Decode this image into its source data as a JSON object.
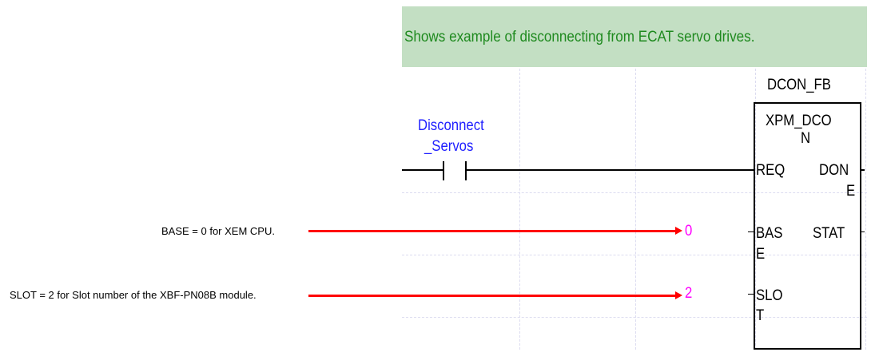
{
  "comment": "Shows example of disconnecting from ECAT servo drives.",
  "contact": {
    "line1": "Disconnect",
    "line2": "_Servos"
  },
  "fb": {
    "instance": "DCON_FB",
    "type_l1": "XPM_DCO",
    "type_l2": "N",
    "in_req": "REQ",
    "in_base_l1": "BAS",
    "in_base_l2": "E",
    "in_slot_l1": "SLO",
    "in_slot_l2": "T",
    "out_done_l1": "DON",
    "out_done_l2": "E",
    "out_stat": "STAT"
  },
  "constants": {
    "base": "0",
    "slot": "2"
  },
  "annotations": {
    "base": "BASE = 0 for XEM CPU.",
    "slot": "SLOT = 2 for Slot number of the XBF-PN08B module."
  },
  "colors": {
    "comment_bg": "#c3dfc3",
    "comment_text": "#1f8a1f",
    "arrow": "#ff0000",
    "constant": "#ff00ff",
    "contact_label": "#2020ff"
  }
}
